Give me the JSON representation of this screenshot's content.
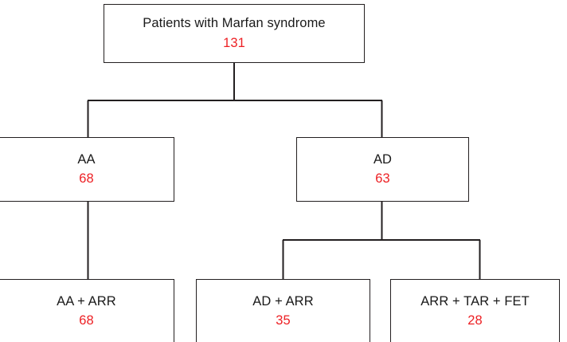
{
  "diagram": {
    "type": "flowchart",
    "orientation": "top-down",
    "colors": {
      "count_text": "#ed2024",
      "label_text": "#1a1a1a",
      "box_border": "#231f20",
      "connector": "#231f20",
      "background": "#ffffff"
    },
    "nodes": [
      {
        "id": "root",
        "label": "Patients with Marfan syndrome",
        "count": "131",
        "level": 0
      },
      {
        "id": "aa",
        "label": "AA",
        "count": "68",
        "level": 1
      },
      {
        "id": "ad",
        "label": "AD",
        "count": "63",
        "level": 1
      },
      {
        "id": "aa_arr",
        "label": "AA + ARR",
        "count": "68",
        "level": 2
      },
      {
        "id": "ad_arr",
        "label": "AD + ARR",
        "count": "35",
        "level": 2
      },
      {
        "id": "arr_tar_fet",
        "label": "ARR + TAR + FET",
        "count": "28",
        "level": 2
      }
    ],
    "edges": [
      {
        "from": "root",
        "to": "aa"
      },
      {
        "from": "root",
        "to": "ad"
      },
      {
        "from": "aa",
        "to": "aa_arr"
      },
      {
        "from": "ad",
        "to": "ad_arr"
      },
      {
        "from": "ad",
        "to": "arr_tar_fet"
      }
    ]
  }
}
